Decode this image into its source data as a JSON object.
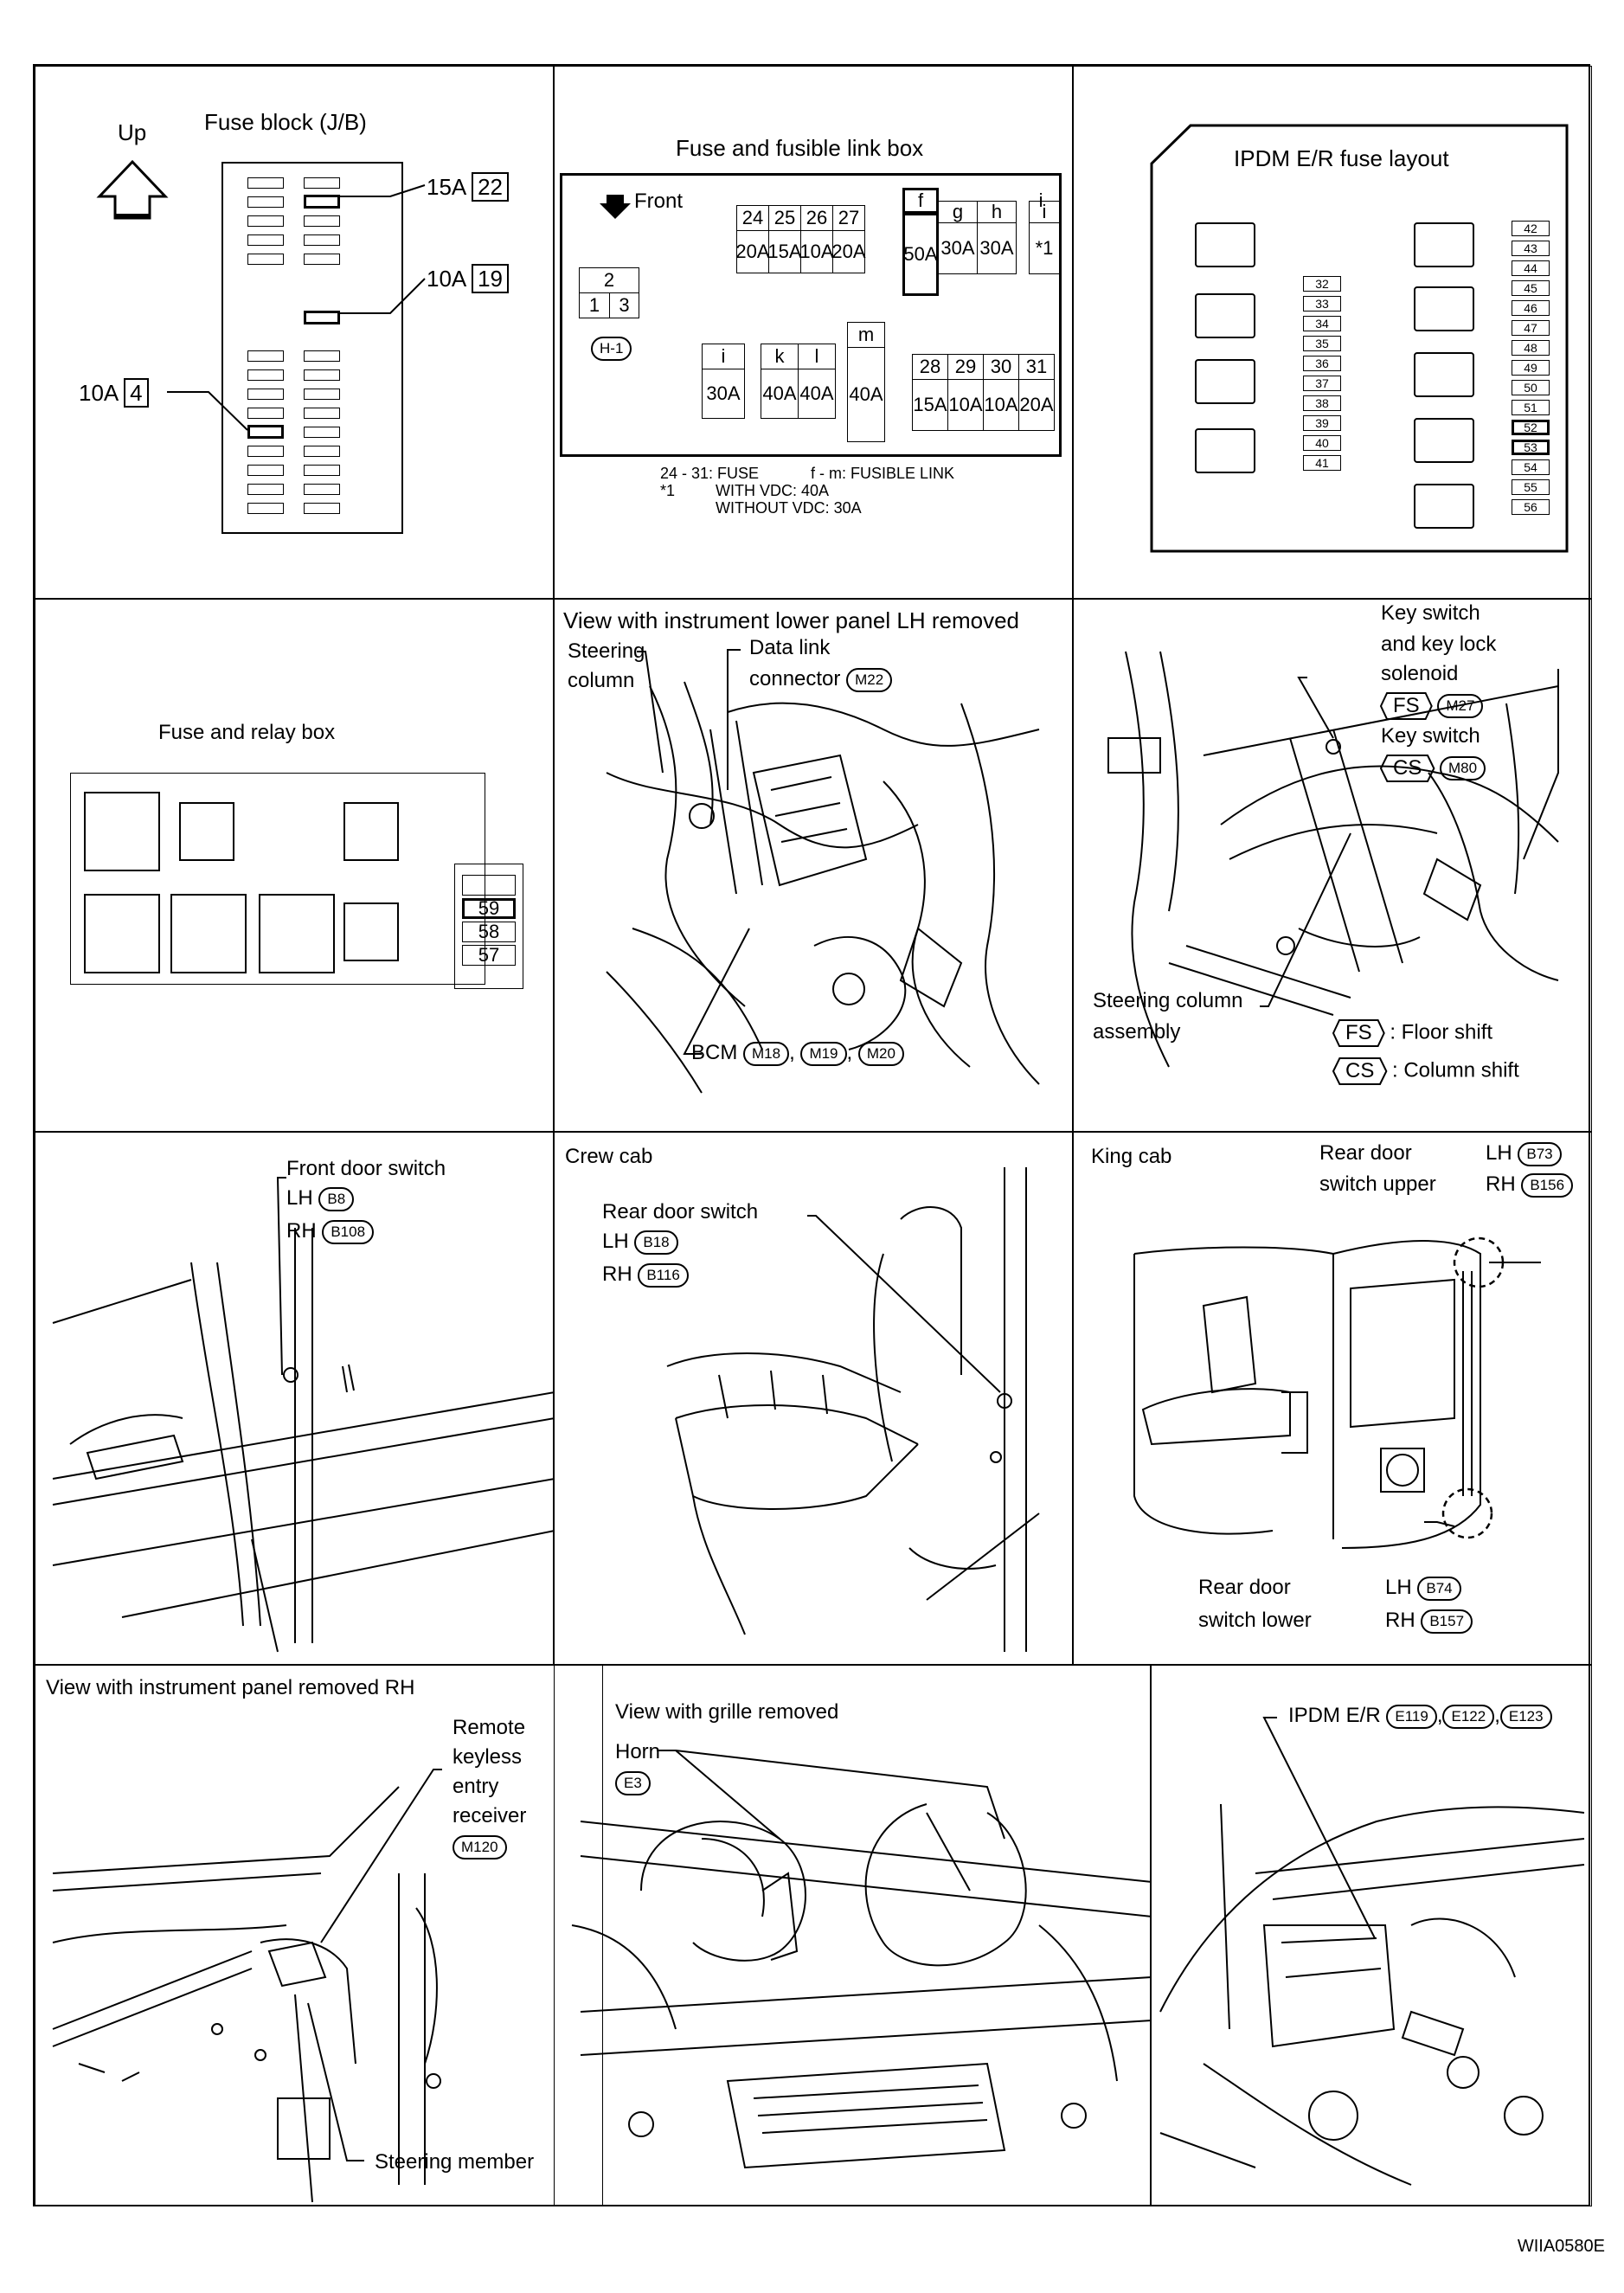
{
  "panel1": {
    "up_label": "Up",
    "title": "Fuse block (J/B)",
    "callouts": [
      {
        "amp": "15A",
        "num": "22"
      },
      {
        "amp": "10A",
        "num": "19"
      },
      {
        "amp": "10A",
        "num": "4"
      }
    ]
  },
  "panel2": {
    "title": "Fuse and fusible link box",
    "front_label": "Front",
    "relay_top": "2",
    "relay_bottom": [
      "1",
      "3"
    ],
    "connector": "H-1",
    "top_row_nums": [
      "24",
      "25",
      "26",
      "27"
    ],
    "top_row_amps": [
      "20A",
      "15A",
      "10A",
      "20A"
    ],
    "f_label": "f",
    "f_amp": "50A",
    "g_label": "g",
    "h_label": "h",
    "gh_amps": [
      "30A",
      "30A"
    ],
    "i_top_label": "i",
    "i_top_value": "*1",
    "lower_labels": [
      "i",
      "k",
      "l",
      "m"
    ],
    "lower_amps": [
      "30A",
      "40A",
      "40A",
      "40A"
    ],
    "bottom_row_nums": [
      "28",
      "29",
      "30",
      "31"
    ],
    "bottom_row_amps": [
      "15A",
      "10A",
      "10A",
      "20A"
    ],
    "note_line1_a": "24 - 31: FUSE",
    "note_line1_b": "f - m: FUSIBLE LINK",
    "note_line2_a": "*1",
    "note_line2_b": "WITH VDC: 40A",
    "note_line3": "WITHOUT VDC: 30A"
  },
  "panel3": {
    "title": "IPDM E/R fuse layout",
    "left_column": [
      "32",
      "33",
      "34",
      "35",
      "36",
      "37",
      "38",
      "39",
      "40",
      "41"
    ],
    "right_column": [
      "42",
      "43",
      "44",
      "45",
      "46",
      "47",
      "48",
      "49",
      "50",
      "51",
      "52",
      "53",
      "54",
      "55",
      "56"
    ]
  },
  "panel4": {
    "title": "Fuse and relay box",
    "fuses": [
      "59",
      "58",
      "57"
    ]
  },
  "panel5": {
    "title": "View with instrument lower panel LH removed",
    "steering_line1": "Steering",
    "steering_line2": "column",
    "dlc_line1": "Data link",
    "dlc_line2": "connector",
    "dlc_connector": "M22",
    "bcm_label": "BCM",
    "bcm_connectors": [
      "M18",
      "M19",
      "M20"
    ]
  },
  "panel6": {
    "key_line1": "Key switch",
    "key_line2": "and key lock",
    "key_line3": "solenoid",
    "fs_code": "FS",
    "fs_connector": "M27",
    "key_switch_label": "Key switch",
    "cs_code": "CS",
    "cs_connector": "M80",
    "assembly_line1": "Steering column",
    "assembly_line2": "assembly",
    "legend_fs": ": Floor shift",
    "legend_cs": ": Column shift"
  },
  "panel7": {
    "title": "Front door switch",
    "lh": "LH",
    "lh_connector": "B8",
    "rh": "RH",
    "rh_connector": "B108"
  },
  "panel8": {
    "title": "Crew cab",
    "label": "Rear door switch",
    "lh": "LH",
    "lh_connector": "B18",
    "rh": "RH",
    "rh_connector": "B116"
  },
  "panel9": {
    "title": "King cab",
    "upper_line1": "Rear door",
    "upper_line2": "switch upper",
    "upper_lh": "LH",
    "upper_lh_connector": "B73",
    "upper_rh": "RH",
    "upper_rh_connector": "B156",
    "lower_line1": "Rear door",
    "lower_line2": "switch lower",
    "lower_lh": "LH",
    "lower_lh_connector": "B74",
    "lower_rh": "RH",
    "lower_rh_connector": "B157"
  },
  "panel10": {
    "title": "View with instrument panel removed RH",
    "rke_line1": "Remote",
    "rke_line2": "keyless",
    "rke_line3": "entry",
    "rke_line4": "receiver",
    "rke_connector": "M120",
    "steering_member": "Steering member"
  },
  "panel11": {
    "title": "View with grille removed",
    "horn_label": "Horn",
    "horn_connector": "E3"
  },
  "panel12": {
    "label": "IPDM E/R",
    "connectors": [
      "E119",
      "E122",
      "E123"
    ]
  },
  "footer_id": "WIIA0580E"
}
